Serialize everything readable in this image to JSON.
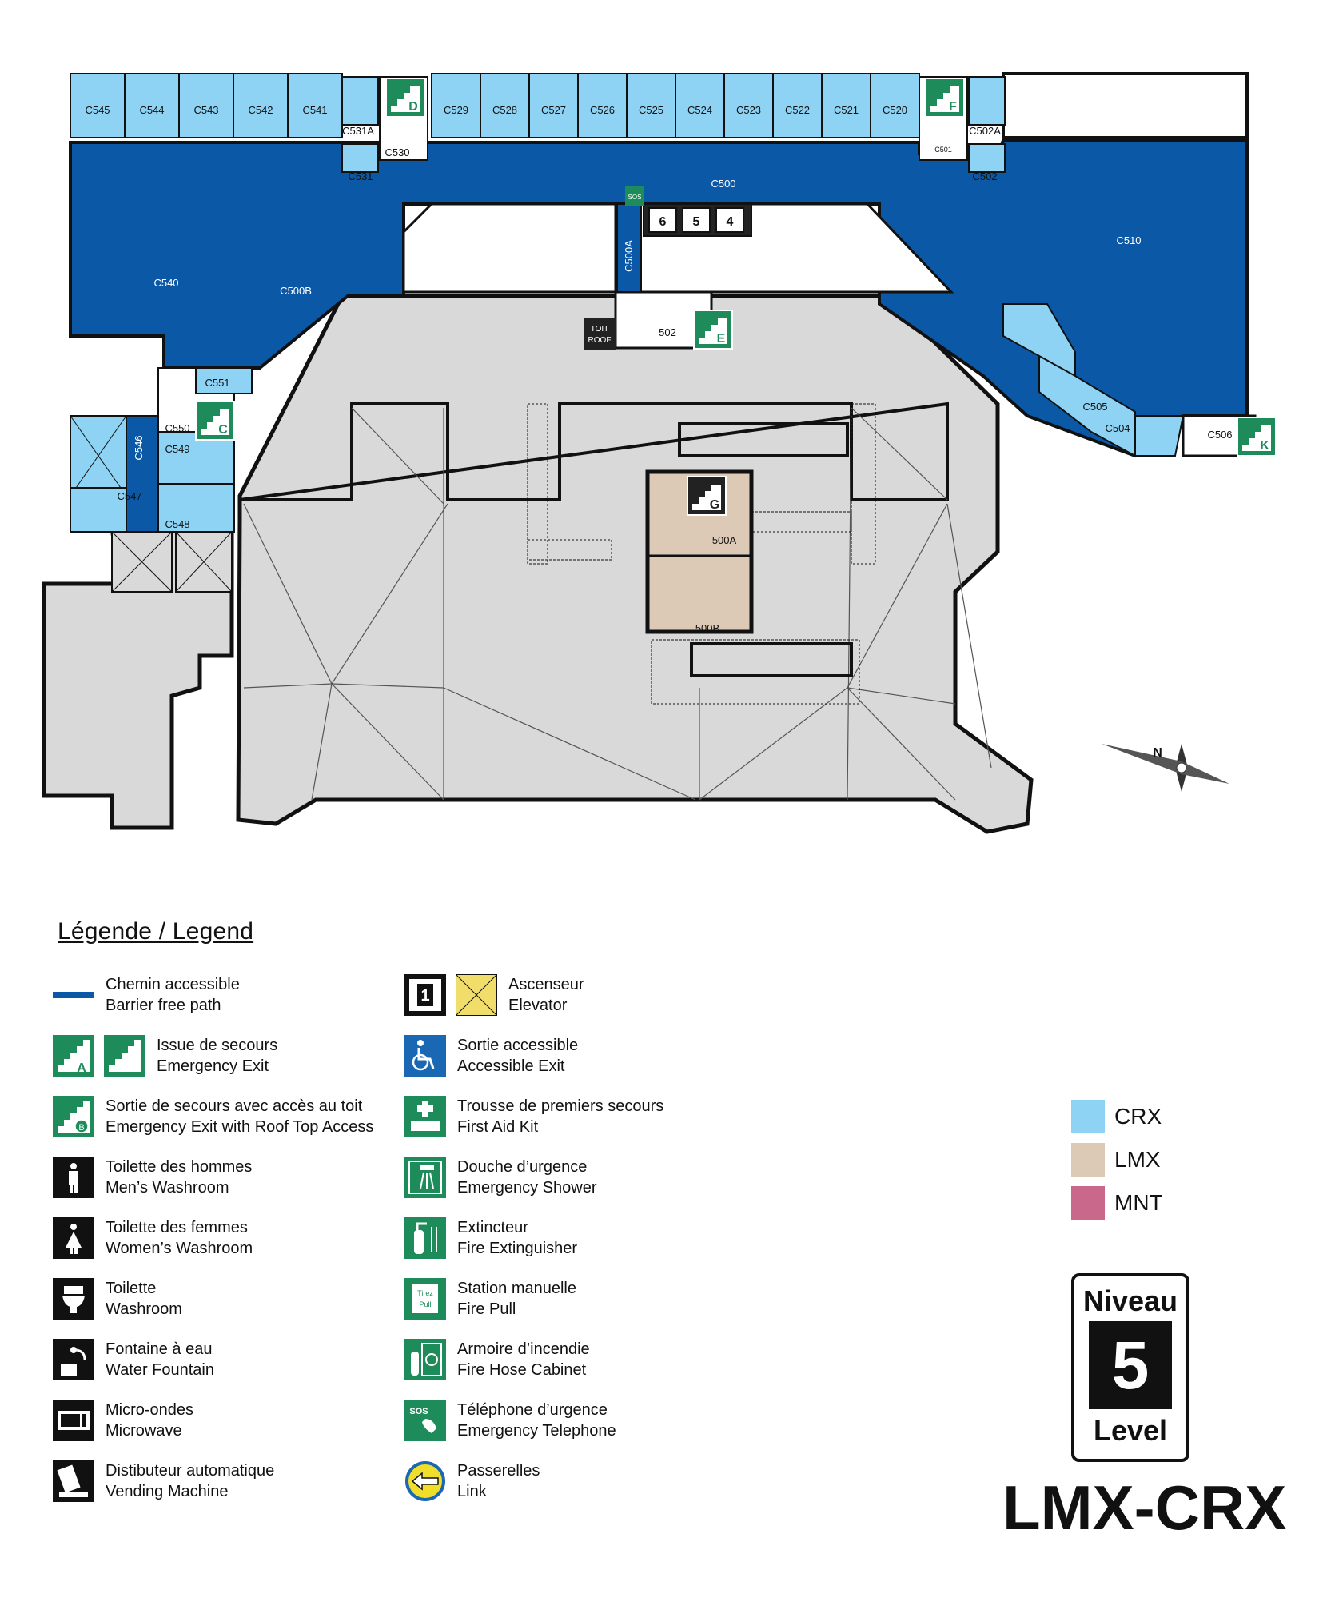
{
  "colors": {
    "crx": "#8fd3f4",
    "lmx": "#dcc9b6",
    "mnt": "#c9688a",
    "barrier_free_path": "#0a58a6",
    "exit_green": "#1e8c5a",
    "floor_gray": "#d9d9d9"
  },
  "map": {
    "rooms_top": [
      "C545",
      "C544",
      "C543",
      "C542",
      "C541",
      "C529",
      "C528",
      "C527",
      "C526",
      "C525",
      "C524",
      "C523",
      "C522",
      "C521",
      "C520"
    ],
    "rooms_other": {
      "c531a": "C531A",
      "c530": "C530",
      "c531": "C531",
      "c502a": "C502A",
      "c501": "C501",
      "c502": "C502",
      "c500": "C500",
      "c500a": "C500A",
      "c500b": "C500B",
      "c510": "C510",
      "c540": "C540",
      "c551": "C551",
      "c550": "C550",
      "c546": "C546",
      "c549": "C549",
      "c547": "C547",
      "c548": "C548",
      "r502": "502",
      "c505": "C505",
      "c504": "C504",
      "c506": "C506",
      "r500a": "500A",
      "r500b": "500B",
      "toit_1": "TOIT",
      "toit_2": "ROOF",
      "sos": "SOS"
    },
    "exits": {
      "d": "D",
      "f": "F",
      "e": "E",
      "c": "C",
      "k": "K",
      "g": "G"
    },
    "elevators": [
      "6",
      "5",
      "4"
    ],
    "compass": "N"
  },
  "legend": {
    "title": "Légende / Legend",
    "items": [
      {
        "id": "path",
        "fr": "Chemin accessible",
        "en": "Barrier free path"
      },
      {
        "id": "exit",
        "fr": "Issue de secours",
        "en": "Emergency Exit",
        "badge": "A"
      },
      {
        "id": "roof_exit",
        "fr": "Sortie de secours avec accès au toit",
        "en": "Emergency Exit with Roof Top Access",
        "badge": "B"
      },
      {
        "id": "men",
        "fr": "Toilette des hommes",
        "en": "Men’s Washroom"
      },
      {
        "id": "women",
        "fr": "Toilette des femmes",
        "en": "Women’s Washroom"
      },
      {
        "id": "toilet",
        "fr": "Toilette",
        "en": "Washroom"
      },
      {
        "id": "fountain",
        "fr": "Fontaine à eau",
        "en": "Water Fountain"
      },
      {
        "id": "microwave",
        "fr": "Micro-ondes",
        "en": "Microwave"
      },
      {
        "id": "vending",
        "fr": "Distibuteur automatique",
        "en": "Vending Machine"
      },
      {
        "id": "elevator",
        "fr": "Ascenseur",
        "en": "Elevator",
        "num": "1"
      },
      {
        "id": "acc_exit",
        "fr": "Sortie accessible",
        "en": "Accessible Exit"
      },
      {
        "id": "first_aid",
        "fr": "Trousse de premiers secours",
        "en": "First Aid Kit"
      },
      {
        "id": "shower",
        "fr": "Douche d’urgence",
        "en": "Emergency Shower"
      },
      {
        "id": "extinguisher",
        "fr": "Extincteur",
        "en": "Fire Extinguisher"
      },
      {
        "id": "fire_pull",
        "fr": "Station manuelle",
        "en": "Fire Pull",
        "line1": "Tirez",
        "line2": "Pull"
      },
      {
        "id": "hose",
        "fr": "Armoire d’incendie",
        "en": "Fire Hose Cabinet"
      },
      {
        "id": "phone",
        "fr": "Téléphone d’urgence",
        "en": "Emergency Telephone",
        "badge": "SOS"
      },
      {
        "id": "link",
        "fr": "Passerelles",
        "en": "Link"
      }
    ]
  },
  "zones": [
    {
      "id": "crx",
      "label": "CRX"
    },
    {
      "id": "lmx",
      "label": "LMX"
    },
    {
      "id": "mnt",
      "label": "MNT"
    }
  ],
  "level": {
    "top": "Niveau",
    "number": "5",
    "bottom": "Level"
  },
  "building": "LMX-CRX"
}
